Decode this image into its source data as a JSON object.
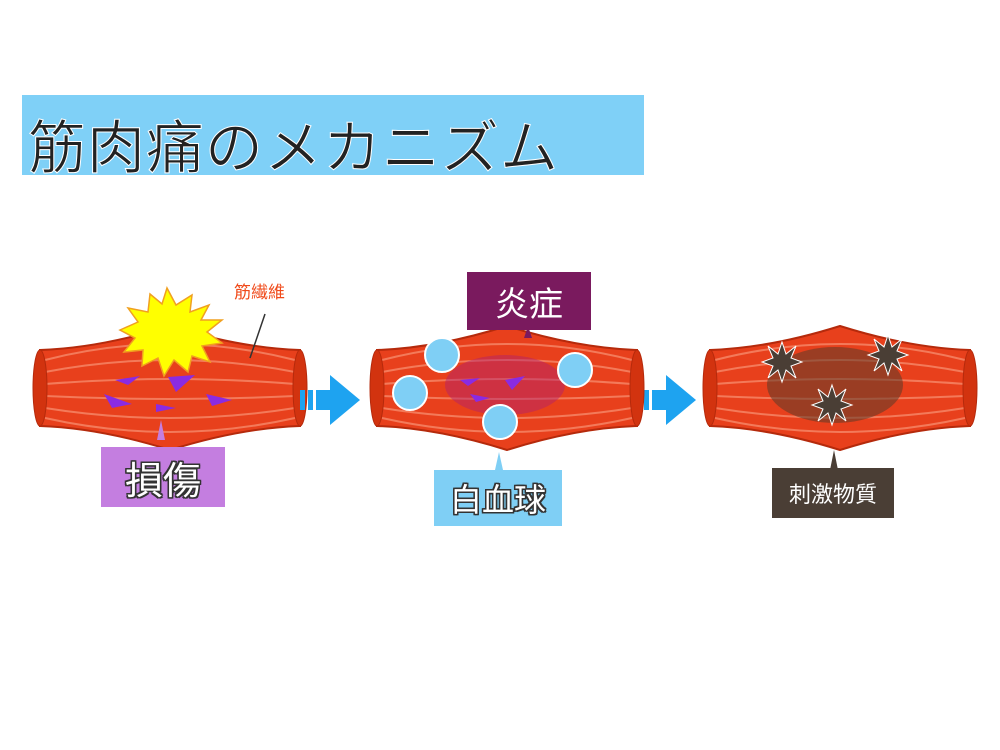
{
  "title": "筋肉痛のメカニズム",
  "panels": [
    {
      "label": "損傷",
      "annotation": "筋繊維"
    },
    {
      "top_label": "炎症",
      "bottom_label": "白血球"
    },
    {
      "label": "刺激物質"
    }
  ],
  "colors": {
    "border": "#1ea3f0",
    "muscle": "#e8401c",
    "title_bg": "#7fd0f7",
    "damage_label": "#c47ee0",
    "inflammation_label": "#7a1a5e",
    "wbc": "#7fcff5",
    "irritant_label": "#4a3e35"
  }
}
